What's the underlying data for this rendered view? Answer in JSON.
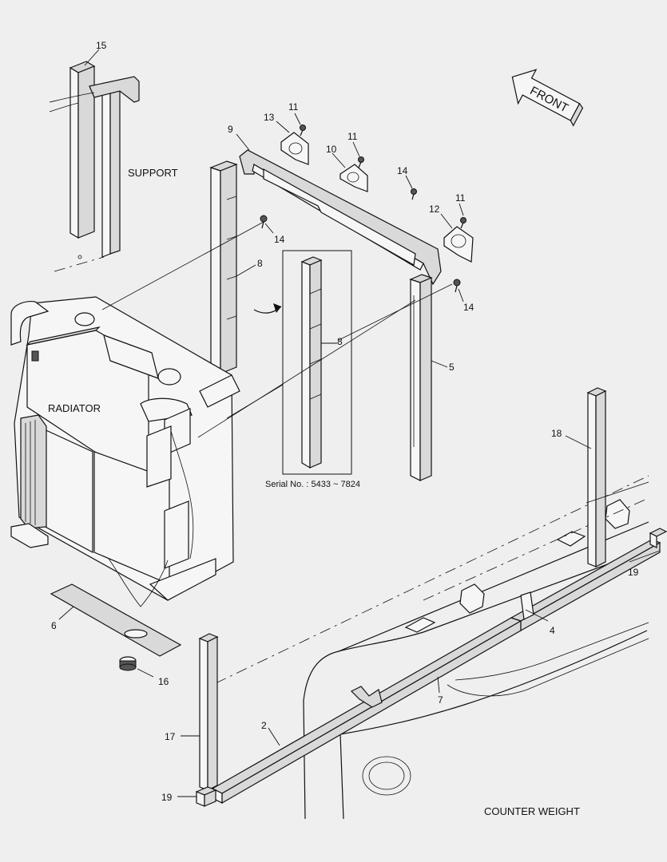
{
  "diagram": {
    "labels": {
      "support": "SUPPORT",
      "radiator": "RADIATOR",
      "front": "FRONT",
      "counter_weight": "COUNTER WEIGHT",
      "serial_range": "Serial No. : 5433 ~ 7824"
    },
    "callouts": [
      {
        "id": "c15",
        "text": "15"
      },
      {
        "id": "c13",
        "text": "13"
      },
      {
        "id": "c11a",
        "text": "11"
      },
      {
        "id": "c9",
        "text": "9"
      },
      {
        "id": "c11b",
        "text": "11"
      },
      {
        "id": "c10",
        "text": "10"
      },
      {
        "id": "c14a",
        "text": "14"
      },
      {
        "id": "c11c",
        "text": "11"
      },
      {
        "id": "c12",
        "text": "12"
      },
      {
        "id": "c14b",
        "text": "14"
      },
      {
        "id": "c8a",
        "text": "8"
      },
      {
        "id": "c8b",
        "text": "8"
      },
      {
        "id": "c14c",
        "text": "14"
      },
      {
        "id": "c5",
        "text": "5"
      },
      {
        "id": "c18",
        "text": "18"
      },
      {
        "id": "c19a",
        "text": "19"
      },
      {
        "id": "c4",
        "text": "4"
      },
      {
        "id": "c6",
        "text": "6"
      },
      {
        "id": "c16",
        "text": "16"
      },
      {
        "id": "c7",
        "text": "7"
      },
      {
        "id": "c17",
        "text": "17"
      },
      {
        "id": "c2",
        "text": "2"
      },
      {
        "id": "c19b",
        "text": "19"
      }
    ]
  }
}
